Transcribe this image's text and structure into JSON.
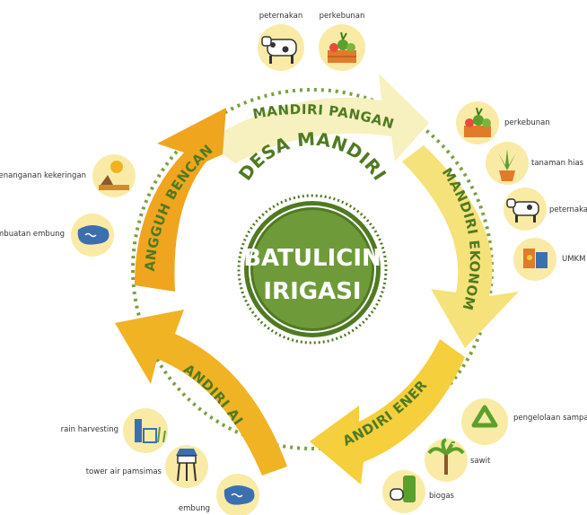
{
  "center": {
    "arc_title": "DESA MANDIRI",
    "line1": "BATULICIN",
    "line2": "IRIGASI"
  },
  "arrows": {
    "pangan": "MANDIRI PANGAN",
    "ekonomi": "MANDIRI EKONOMI",
    "energi": "MANDIRI ENERGI",
    "air": "MANDIRI AIR",
    "bencana": "TANGGUH BENCANA"
  },
  "icons": {
    "pangan": {
      "peternakan": "peternakan",
      "perkebunan": "perkebunan"
    },
    "ekonomi": {
      "perkebunan": "perkebunan",
      "tanaman_hias": "tanaman hias",
      "peternakan": "peternakan",
      "umkm": "UMKM"
    },
    "energi": {
      "pengelolaan": "pengelolaan sampah",
      "sawit": "sawit",
      "biogas": "biogas"
    },
    "air": {
      "rain": "rain harvesting",
      "tower": "tower air pamsimas",
      "embung": "embung"
    },
    "bencana": {
      "strategi": "strategi penanganan kekeringan",
      "pembuatan": "pembuatan embung"
    }
  },
  "colors": {
    "green_dark": "#4f7a22",
    "green_center": "#6f9a3a",
    "yellow_pale": "#f7f0bf",
    "yellow_light": "#f6e27a",
    "yellow_mid": "#f5cf3c",
    "yellow_gold": "#f0b324",
    "orange": "#f0a51e",
    "icon_circle": "#f9eba6"
  }
}
